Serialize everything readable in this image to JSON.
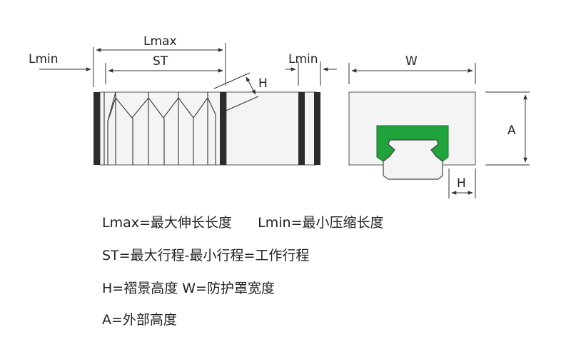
{
  "dimensions": {
    "lmax": "Lmax",
    "st": "ST",
    "lmin_left": "Lmin",
    "lmin_right": "Lmin",
    "h_side": "H",
    "w": "W",
    "a": "A",
    "h_section": "H"
  },
  "legend": [
    [
      "Lmax=最大伸长长度",
      "Lmin=最小压缩长度"
    ],
    [
      "ST=最大行程-最小行程=工作行程"
    ],
    [
      "H=褶景高度",
      "W=防护罩宽度"
    ],
    [
      "A=外部高度"
    ]
  ],
  "colors": {
    "profile": "#1fa33a",
    "end_plate": "#2b2b2b",
    "body_fill": "#f4f4f4",
    "outline": "#333333"
  }
}
